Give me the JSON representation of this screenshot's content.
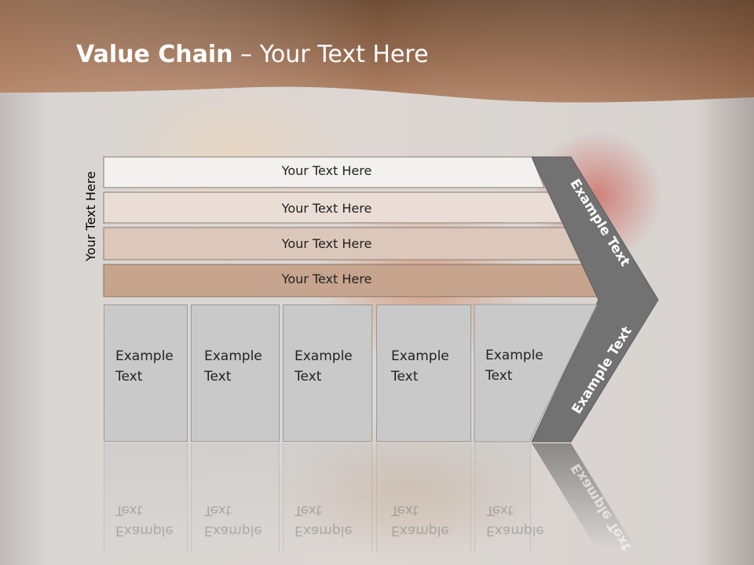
{
  "slide": {
    "title_bold": "Value Chain",
    "title_rest": " – Your Text Here"
  },
  "diagram": {
    "vertical_label": "Your Text Here",
    "strips": [
      {
        "text": "Your Text Here",
        "color": "#f3f1ef"
      },
      {
        "text": "Your Text Here",
        "color": "#e9ddd5"
      },
      {
        "text": "Your Text Here",
        "color": "#dcc8bb"
      },
      {
        "text": "Your Text Here",
        "color": "#c6a48d"
      }
    ],
    "boxes": [
      {
        "line1": "Example",
        "line2": "Text"
      },
      {
        "line1": "Example",
        "line2": "Text"
      },
      {
        "line1": "Example",
        "line2": "Text"
      },
      {
        "line1": "Example",
        "line2": "Text"
      },
      {
        "line1": "Example",
        "line2": "Text"
      }
    ],
    "chevron_top": "Example Text",
    "chevron_bottom": "Example Text",
    "colors": {
      "header": "#a0765a",
      "chevron": "#727272",
      "box": "#c9c9c9"
    }
  }
}
